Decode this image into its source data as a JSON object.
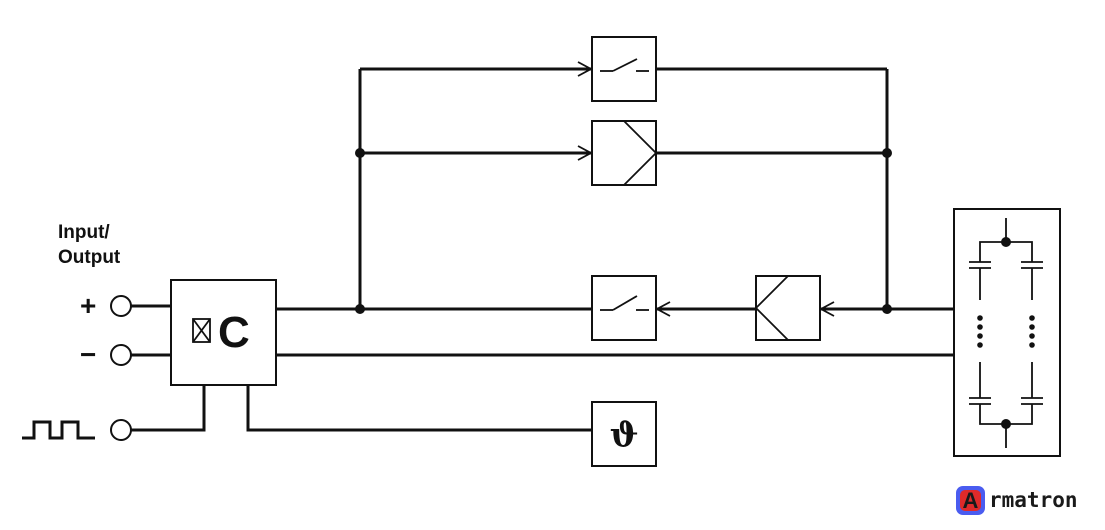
{
  "labels": {
    "io_line1": "Input/",
    "io_line2": "Output",
    "plus": "+",
    "minus": "−",
    "controller": "C",
    "temperature_symbol": "ϑ"
  },
  "logo": {
    "letter": "A",
    "rest": "rmatron",
    "colors": {
      "outer": "#4a5cf0",
      "inner": "#e02a2a"
    }
  },
  "components": [
    {
      "id": "input-output-terminals",
      "icons": [
        "plus-terminal-icon",
        "minus-terminal-icon",
        "pulse-signal-icon"
      ]
    },
    {
      "id": "controller-block",
      "icons": [
        "disable-box-icon"
      ]
    },
    {
      "id": "upper-switch",
      "icons": [
        "switch-icon"
      ]
    },
    {
      "id": "upper-diode",
      "icons": [
        "diode-icon"
      ]
    },
    {
      "id": "lower-switch",
      "icons": [
        "switch-icon"
      ]
    },
    {
      "id": "lower-diode",
      "icons": [
        "diode-icon"
      ]
    },
    {
      "id": "temperature-sensor",
      "icons": [
        "temperature-sensor-icon"
      ]
    },
    {
      "id": "capacitor-bank",
      "icons": [
        "capacitor-icon",
        "ellipsis-icon"
      ]
    }
  ]
}
